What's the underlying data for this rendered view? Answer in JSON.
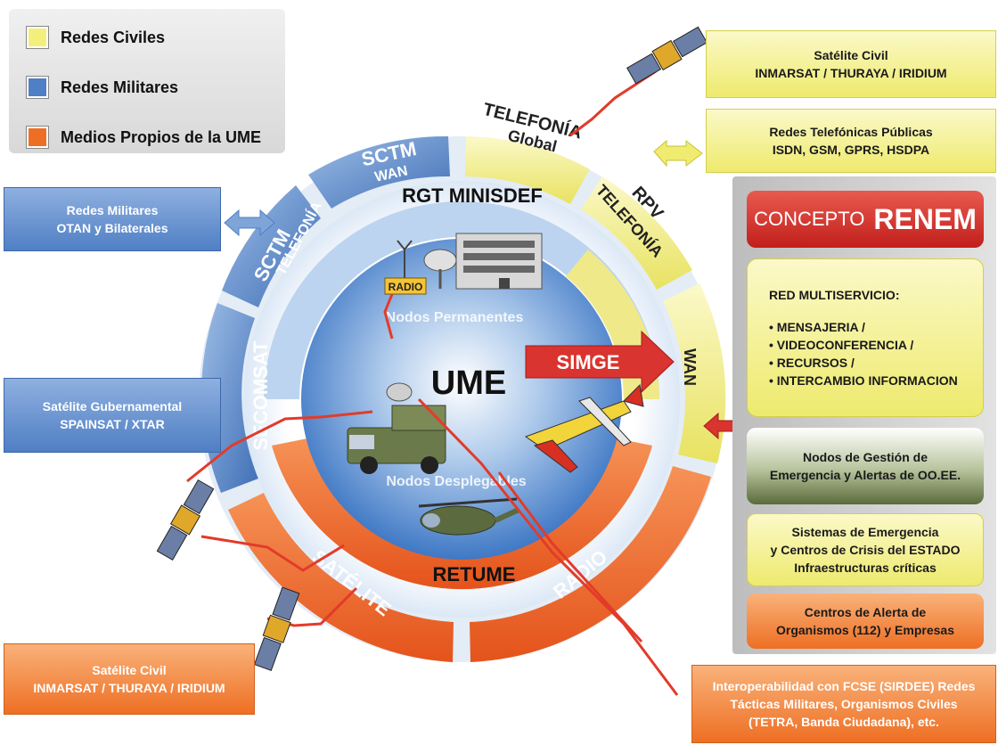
{
  "legend": {
    "civil": "Redes Civiles",
    "military": "Redes Militares",
    "own": "Medios Propios de la UME"
  },
  "boxes": {
    "sat_civil_top": [
      "Satélite Civil",
      "INMARSAT / THURAYA / IRIDIUM"
    ],
    "phone_public": [
      "Redes Telefónicas Públicas",
      "ISDN, GSM, GPRS, HSDPA"
    ],
    "mil_nets": [
      "Redes Militares",
      "OTAN y Bilaterales"
    ],
    "sat_gov": [
      "Satélite Gubernamental",
      "SPAINSAT / XTAR"
    ],
    "sat_civil_bottom": [
      "Satélite Civil",
      "INMARSAT / THURAYA / IRIDIUM"
    ],
    "interop": [
      "Interoperabilidad con FCSE (SIRDEE) Redes",
      "Tácticas Militares, Organismos Civiles",
      "(TETRA, Banda Ciudadana), etc."
    ]
  },
  "renem": {
    "prefix": "CONCEPTO",
    "name": "RENEM",
    "multiservice_title": "RED MULTISERVICIO:",
    "multiservice_items": [
      "• MENSAJERIA /",
      "• VIDEOCONFERENCIA /",
      "• RECURSOS /",
      "• INTERCAMBIO INFORMACION"
    ],
    "nodes_mgmt": [
      "Nodos de Gestión de",
      "Emergencia y  Alertas de OO.EE."
    ],
    "state_systems": [
      "Sistemas  de Emergencia",
      "y Centros de Crisis del ESTADO",
      "Infraestructuras críticas"
    ],
    "alert_centers": [
      "Centros de Alerta de",
      "Organismos (112) y Empresas"
    ]
  },
  "ring": {
    "sctm_wan": [
      "SCTM",
      "WAN"
    ],
    "telefonia_global": [
      "TELEFONÍA",
      "Global"
    ],
    "rpv_telefonia": [
      "RPV",
      "TELEFONÍA"
    ],
    "wan": "WAN",
    "sctm_telefonia": [
      "SCTM",
      "TELEFONÍA"
    ],
    "secomsat": "SECOMSAT",
    "satelite": "SATÉLITE",
    "radio": "RADIO",
    "rgt": "RGT MINISDEF",
    "retume": "RETUME"
  },
  "center": {
    "title": "UME",
    "simge": "SIMGE",
    "permanent": "Nodos Permanentes",
    "deployable": "Nodos Desplegables",
    "radio_tag": "RADIO"
  },
  "colors": {
    "civil": "#f0ec70",
    "military": "#4f7fc4",
    "own": "#ee6f23",
    "renem_red": "#d9302b",
    "node_green": "#596b3a"
  },
  "icons": [
    "satellite-icon",
    "antenna-icon",
    "building-icon",
    "military-truck-icon",
    "helicopter-icon",
    "airplane-icon",
    "lightning-link-icon"
  ]
}
